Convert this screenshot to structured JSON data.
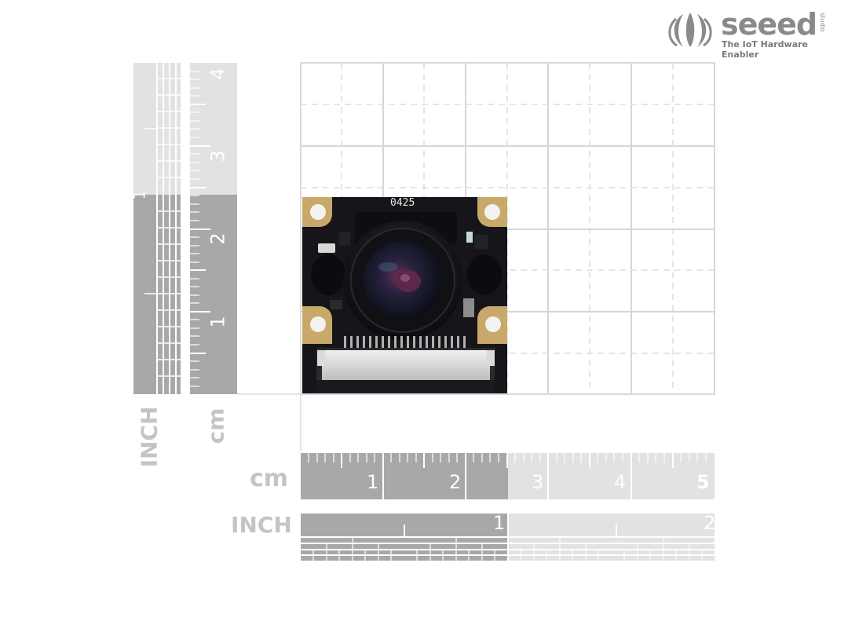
{
  "brand": {
    "name": "seeed",
    "studio": "studio",
    "tagline": "The IoT Hardware Enabler"
  },
  "board": {
    "marking": "0425"
  },
  "rulers": {
    "vertical_inch": {
      "unit_label": "INCH",
      "numbers": [
        "1"
      ]
    },
    "vertical_cm": {
      "unit_label": "cm",
      "numbers": [
        "1",
        "2",
        "3",
        "4"
      ]
    },
    "horizontal_cm": {
      "unit_label": "cm",
      "numbers": [
        "1",
        "2",
        "3",
        "4",
        "5"
      ]
    },
    "horizontal_inch": {
      "unit_label": "INCH",
      "numbers": [
        "1",
        "2"
      ]
    }
  },
  "colors": {
    "ruler_dark": "#a8a8a8",
    "ruler_light": "#e2e2e2",
    "grid": "#d9d9d9",
    "pcb": "#15151a",
    "mount_gold": "#c8a96a"
  }
}
